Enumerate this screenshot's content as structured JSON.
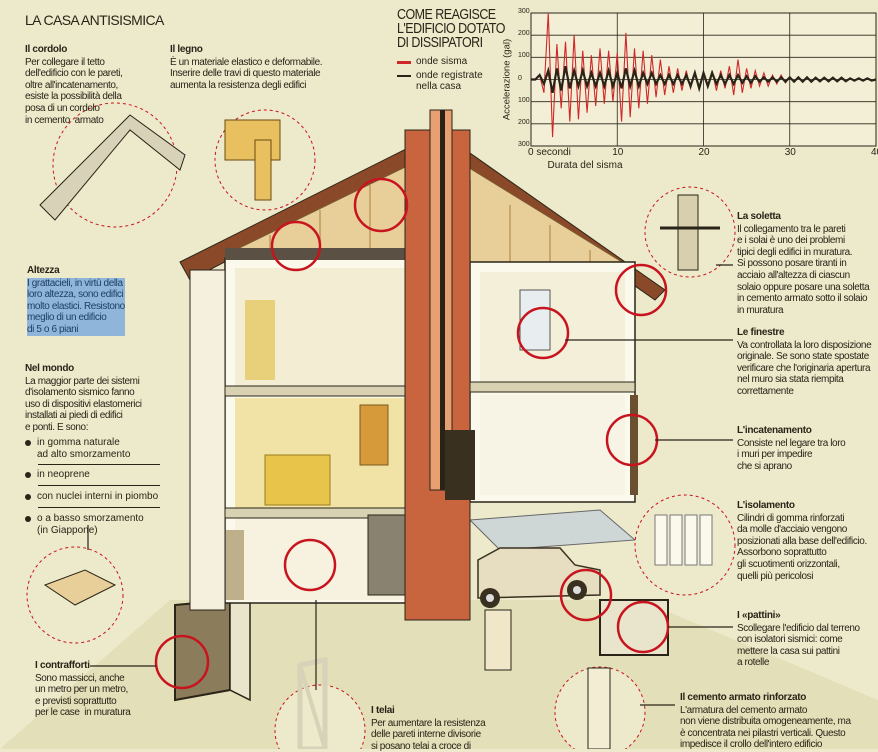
{
  "title": "LA CASA ANTISISMICA",
  "chart": {
    "title": "COME REAGISCE\nL'EDIFICIO DOTATO\nDI DISSIPATORI"
  },
  "chart_data": {
    "type": "line",
    "title": "COME REAGISCE L'EDIFICIO DOTATO DI DISSIPATORI",
    "xlabel": "Durata del sisma",
    "ylabel": "Accelerazione (gal)",
    "xlim": [
      0,
      40
    ],
    "ylim": [
      -300,
      300
    ],
    "x_ticks": [
      "0 secondi",
      "10",
      "20",
      "30",
      "40"
    ],
    "y_ticks": [
      "300",
      "200",
      "100",
      "0",
      "100",
      "200",
      "300"
    ],
    "grid": true,
    "legend_position": "left",
    "x_step": 0.5,
    "series": [
      {
        "name": "onde sisma",
        "color": "#d0282a",
        "values": [
          0,
          0,
          20,
          -60,
          300,
          -260,
          160,
          -130,
          170,
          -190,
          200,
          -180,
          130,
          -150,
          110,
          -120,
          140,
          -110,
          130,
          -100,
          120,
          -190,
          210,
          -170,
          140,
          -130,
          130,
          -110,
          110,
          -80,
          90,
          -70,
          60,
          -60,
          50,
          -50,
          40,
          -40,
          30,
          -40,
          30,
          -30,
          40,
          -50,
          40,
          -40,
          60,
          -70,
          90,
          -60,
          50,
          -40,
          40,
          -30,
          30,
          -30,
          20,
          -20,
          20,
          -15,
          10,
          -10,
          10,
          -10,
          5,
          -5,
          5,
          -5,
          5,
          -5,
          5,
          -5,
          5,
          -5,
          3,
          -3,
          3,
          -3,
          2,
          -2,
          0
        ]
      },
      {
        "name": "onde registrate nella casa",
        "color": "#2a2418",
        "values": [
          0,
          0,
          20,
          -20,
          40,
          -60,
          50,
          -50,
          60,
          -40,
          40,
          -30,
          40,
          -30,
          30,
          -30,
          30,
          -30,
          40,
          -30,
          30,
          -40,
          50,
          -30,
          40,
          -30,
          30,
          -20,
          30,
          -20,
          20,
          -20,
          20,
          -20,
          20,
          -20,
          20,
          -30,
          30,
          -40,
          30,
          -30,
          30,
          -20,
          20,
          -20,
          20,
          -20,
          20,
          -15,
          15,
          -15,
          15,
          -10,
          10,
          -10,
          10,
          -10,
          10,
          -10,
          10,
          -10,
          10,
          -10,
          10,
          -10,
          8,
          -8,
          8,
          -8,
          8,
          -8,
          8,
          -8,
          5,
          -5,
          5,
          -5,
          5,
          -5,
          0
        ]
      }
    ]
  },
  "sections": {
    "cordolo": {
      "title": "Il cordolo",
      "body": "Per collegare il tetto\ndell'edificio con le pareti,\noltre all'incatenamento,\nesiste la possibilità della\nposa di un cordolo\nin cemento  armato"
    },
    "legno": {
      "title": "Il legno",
      "body": "È un materiale elastico e deformabile.\nInserire delle travi di questo materiale\naumenta la resistenza degli edifici"
    },
    "altezza": {
      "title": "Altezza",
      "body": "I grattacieli, in virtù della\nloro altezza, sono edifici\nmolto elastici. Resistono\nmeglio di un edificio\ndi 5 o 6 piani"
    },
    "mondo": {
      "title": "Nel mondo",
      "body": "La maggior parte dei sistemi\nd'isolamento sismico fanno\nuso di dispositivi elastomerici\ninstallati ai piedi di edifici\ne ponti. E sono:",
      "bullets": [
        "in gomma naturale\nad alto smorzamento",
        "in neoprene",
        "con nuclei interni in piombo",
        "o a basso smorzamento\n(in Giappone)"
      ]
    },
    "soletta": {
      "title": "La soletta",
      "body": "Il collegamento tra le pareti\ne i solai è uno dei problemi\ntipici degli edifici in muratura.\nSi possono posare tiranti in\nacciaio all'altezza di ciascun\nsolaio oppure posare una soletta\nin cemento armato sotto il solaio\nin muratura"
    },
    "finestre": {
      "title": "Le finestre",
      "body": "Va controllata la loro disposizione\noriginale. Se sono state spostate\nverificare che l'originaria apertura\nnel muro sia stata riempita\ncorrettamente"
    },
    "incatenamento": {
      "title": "L'incatenamento",
      "body": "Consiste nel legare tra loro\ni muri per impedire\nche si aprano"
    },
    "isolamento": {
      "title": "L'isolamento",
      "body": "Cilindri di gomma rinforzati\nda molle d'acciaio vengono\nposizionati alla base dell'edificio.\nAssorbono soprattutto\ngli scuotimenti orizzontali,\nquelli più pericolosi"
    },
    "pattini": {
      "title": "I «pattini»",
      "body": "Scollegare l'edificio dal terreno\ncon isolatori sismici: come\nmettere la casa sui pattini\na rotelle"
    },
    "cemento": {
      "title": "Il cemento armato rinforzato",
      "body": "L'armatura del cemento armato\nnon viene distribuita omogeneamente, ma\nè concentrata nei pilastri verticali. Questo\nimpedisce il crollo dell'intero edificio"
    },
    "contrafforti": {
      "title": "I contrafforti",
      "body": "Sono massicci, anche\nun metro per un metro,\ne previsti soprattutto\nper le case  in muratura"
    },
    "telai": {
      "title": "I telai",
      "body": "Per aumentare la resistenza\ndelle pareti interne divisorie\nsi posano telai a croce di"
    }
  },
  "colors": {
    "background": "#ede9cb",
    "accent_red": "#c8141e",
    "brick": "#c8653f",
    "highlight": "#8fb6da"
  }
}
